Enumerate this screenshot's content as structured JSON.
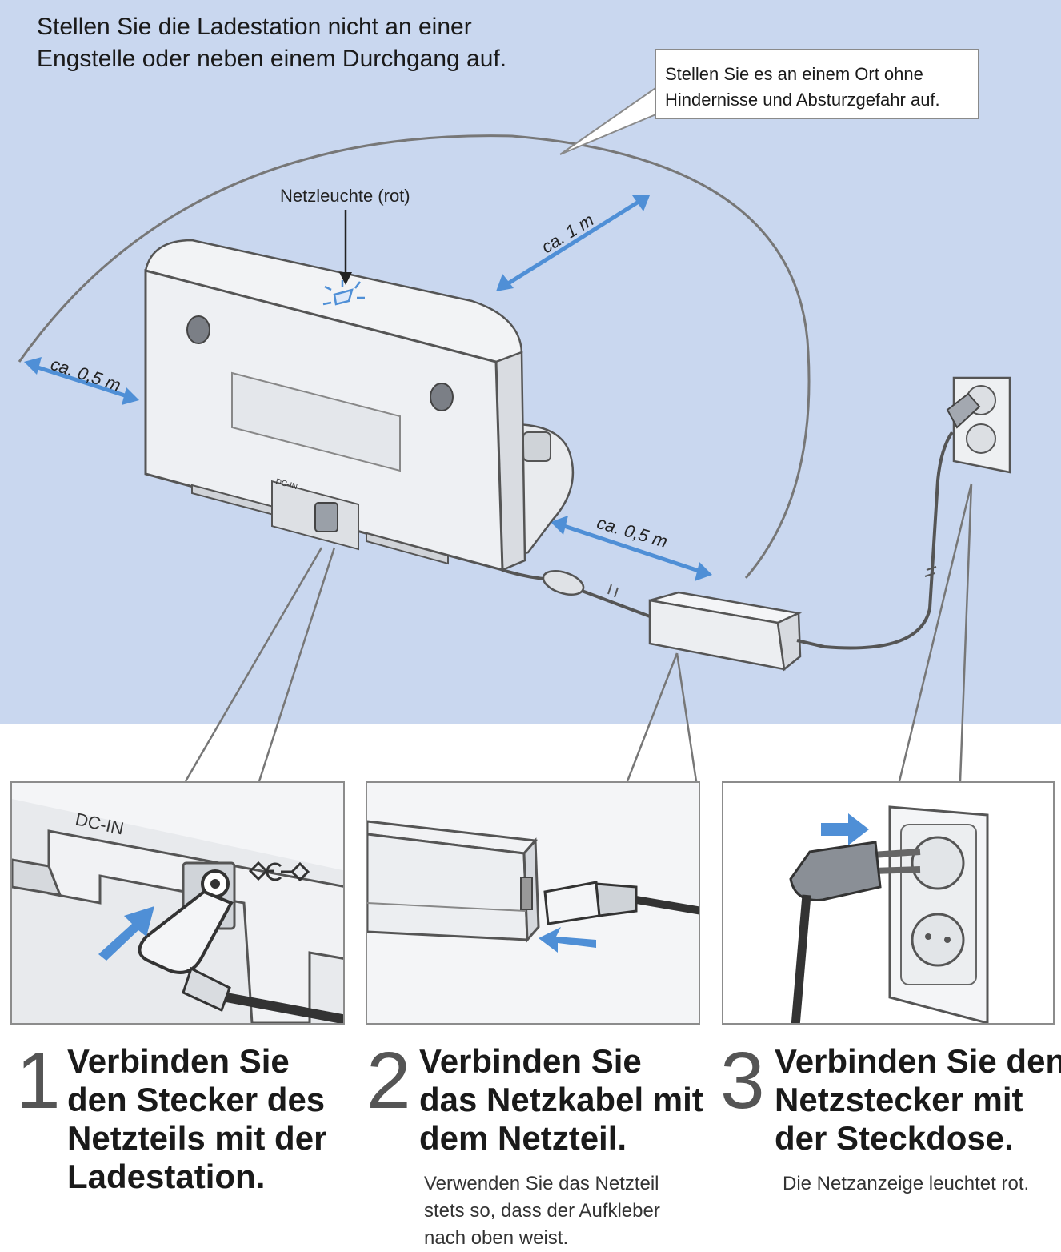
{
  "heading": {
    "line1": "Stellen Sie die Ladestation nicht an einer",
    "line2": "Engstelle oder neben einem Durchgang auf."
  },
  "callout": {
    "line1": "Stellen Sie es an einem Ort ohne",
    "line2": "Hindernisse und Absturzgefahr auf."
  },
  "labels": {
    "power_light": "Netzleuchte (rot)",
    "distance_left": "ca. 0,5 m",
    "distance_top": "ca. 1 m",
    "distance_front": "ca. 0,5 m",
    "dc_in_small": "DC-IN",
    "dc_in_large": "DC-IN"
  },
  "colors": {
    "room": "#c9d7ef",
    "arrow_blue": "#4f8fd6",
    "outline": "#555555"
  },
  "steps": [
    {
      "number": "1",
      "line1": "Verbinden Sie",
      "line2": "den Stecker des",
      "line3": "Netzteils mit der",
      "line4": "Ladestation.",
      "note1": "",
      "note2": "",
      "note3": ""
    },
    {
      "number": "2",
      "line1": "Verbinden Sie",
      "line2": "das Netzkabel mit",
      "line3": "dem Netzteil.",
      "line4": "",
      "note1": "Verwenden Sie das Netzteil",
      "note2": "stets so, dass der Aufkleber",
      "note3": "nach oben weist."
    },
    {
      "number": "3",
      "line1": "Verbinden Sie den",
      "line2": "Netzstecker mit",
      "line3": "der Steckdose.",
      "line4": "",
      "note1": "Die Netzanzeige leuchtet rot.",
      "note2": "",
      "note3": ""
    }
  ]
}
